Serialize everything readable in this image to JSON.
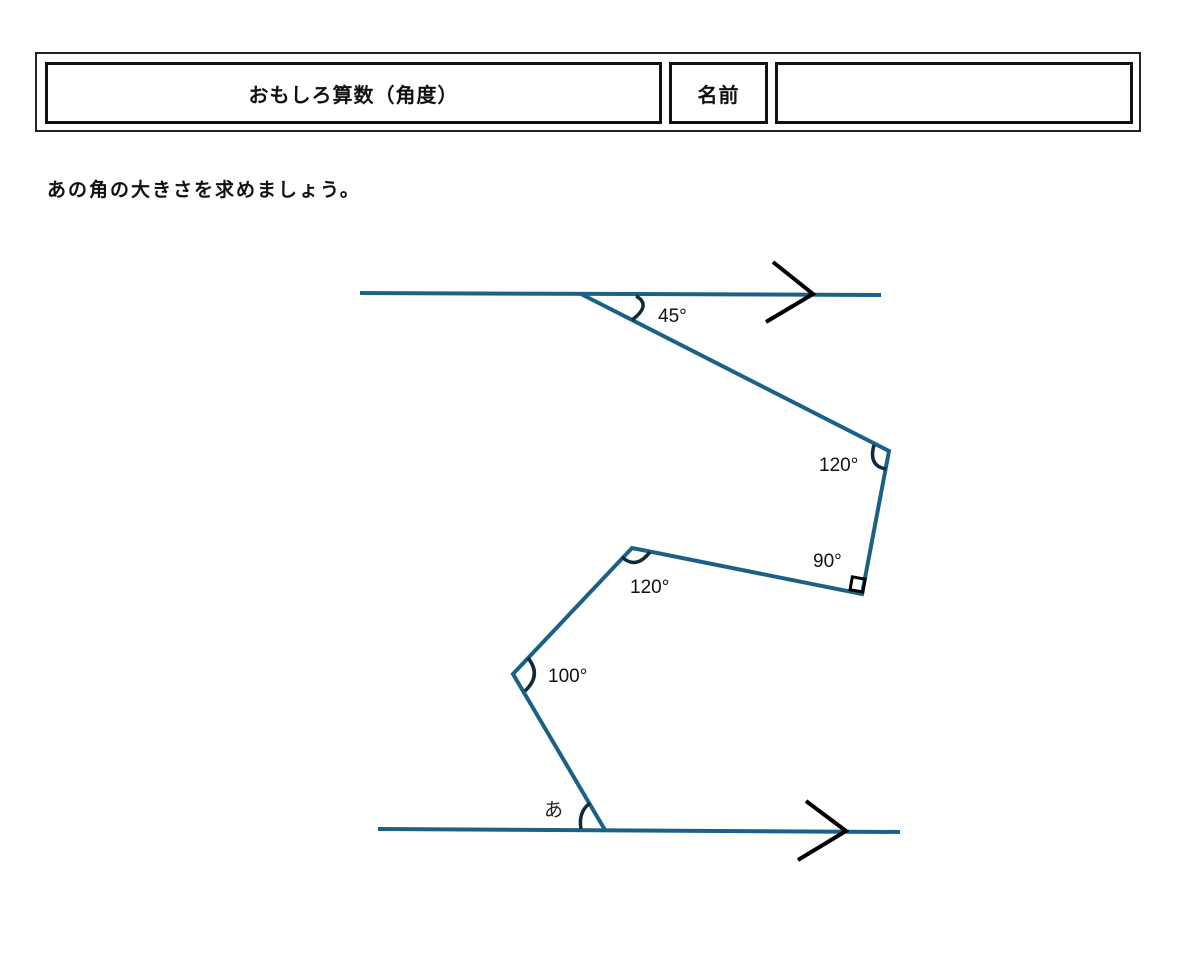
{
  "header": {
    "title": "おもしろ算数（角度）",
    "name_label": "名前",
    "name_value": ""
  },
  "instruction": "あの角の大きさを求めましょう。",
  "figure": {
    "line_color": "#1b6186",
    "arc_color": "#0f2a3a",
    "arrow_color": "#000000",
    "angles": {
      "a1": "45°",
      "a2": "120°",
      "a3": "90°",
      "a4": "120°",
      "a5": "100°",
      "unknown": "あ"
    }
  }
}
